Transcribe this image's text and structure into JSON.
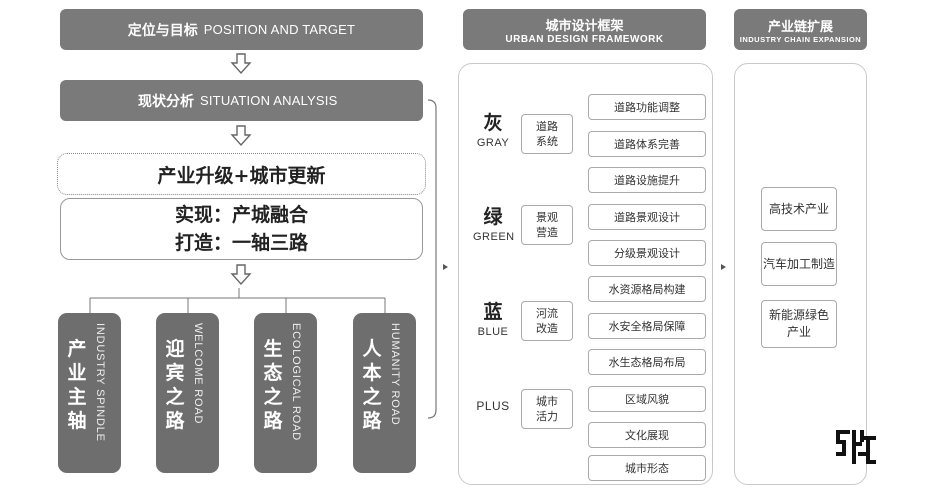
{
  "left": {
    "step1": {
      "zh": "定位与目标",
      "en": "POSITION AND TARGET"
    },
    "step2": {
      "zh": "现状分析",
      "en": "SITUATION ANALYSIS"
    },
    "theme": "产业升级+城市更新",
    "realize": "实现：产城融合",
    "build": "打造：一轴三路",
    "pillars": [
      {
        "zh": "产业主轴",
        "en": "INDUSTRY SPINDLE"
      },
      {
        "zh": "迎宾之路",
        "en": "WELCOME ROAD"
      },
      {
        "zh": "生态之路",
        "en": "ECOLOGICAL ROAD"
      },
      {
        "zh": "人本之路",
        "en": "HUMANITY ROAD"
      }
    ]
  },
  "framework": {
    "title_zh": "城市设计框架",
    "title_en": "URBAN DESIGN FRAMEWORK",
    "categories": [
      {
        "zh": "灰",
        "en": "GRAY",
        "sub": "道路\n系统"
      },
      {
        "zh": "绿",
        "en": "GREEN",
        "sub": "景观\n营造"
      },
      {
        "zh": "蓝",
        "en": "BLUE",
        "sub": "河流\n改造"
      },
      {
        "zh": "",
        "en": "PLUS",
        "sub": "城市\n活力"
      }
    ],
    "items": [
      "道路功能调整",
      "道路体系完善",
      "道路设施提升",
      "道路景观设计",
      "分级景观设计",
      "水资源格局构建",
      "水安全格局保障",
      "水生态格局布局",
      "区域风貌",
      "文化展现",
      "城市形态"
    ]
  },
  "industry": {
    "title_zh": "产业链扩展",
    "title_en": "INDUSTRY CHAIN EXPANSION",
    "items": [
      "高技术产业",
      "汽车加工制造",
      "新能源绿色\n产业"
    ]
  },
  "colors": {
    "header_gray": "#7a7a7a",
    "pillar_gray": "#6e6e6e"
  }
}
